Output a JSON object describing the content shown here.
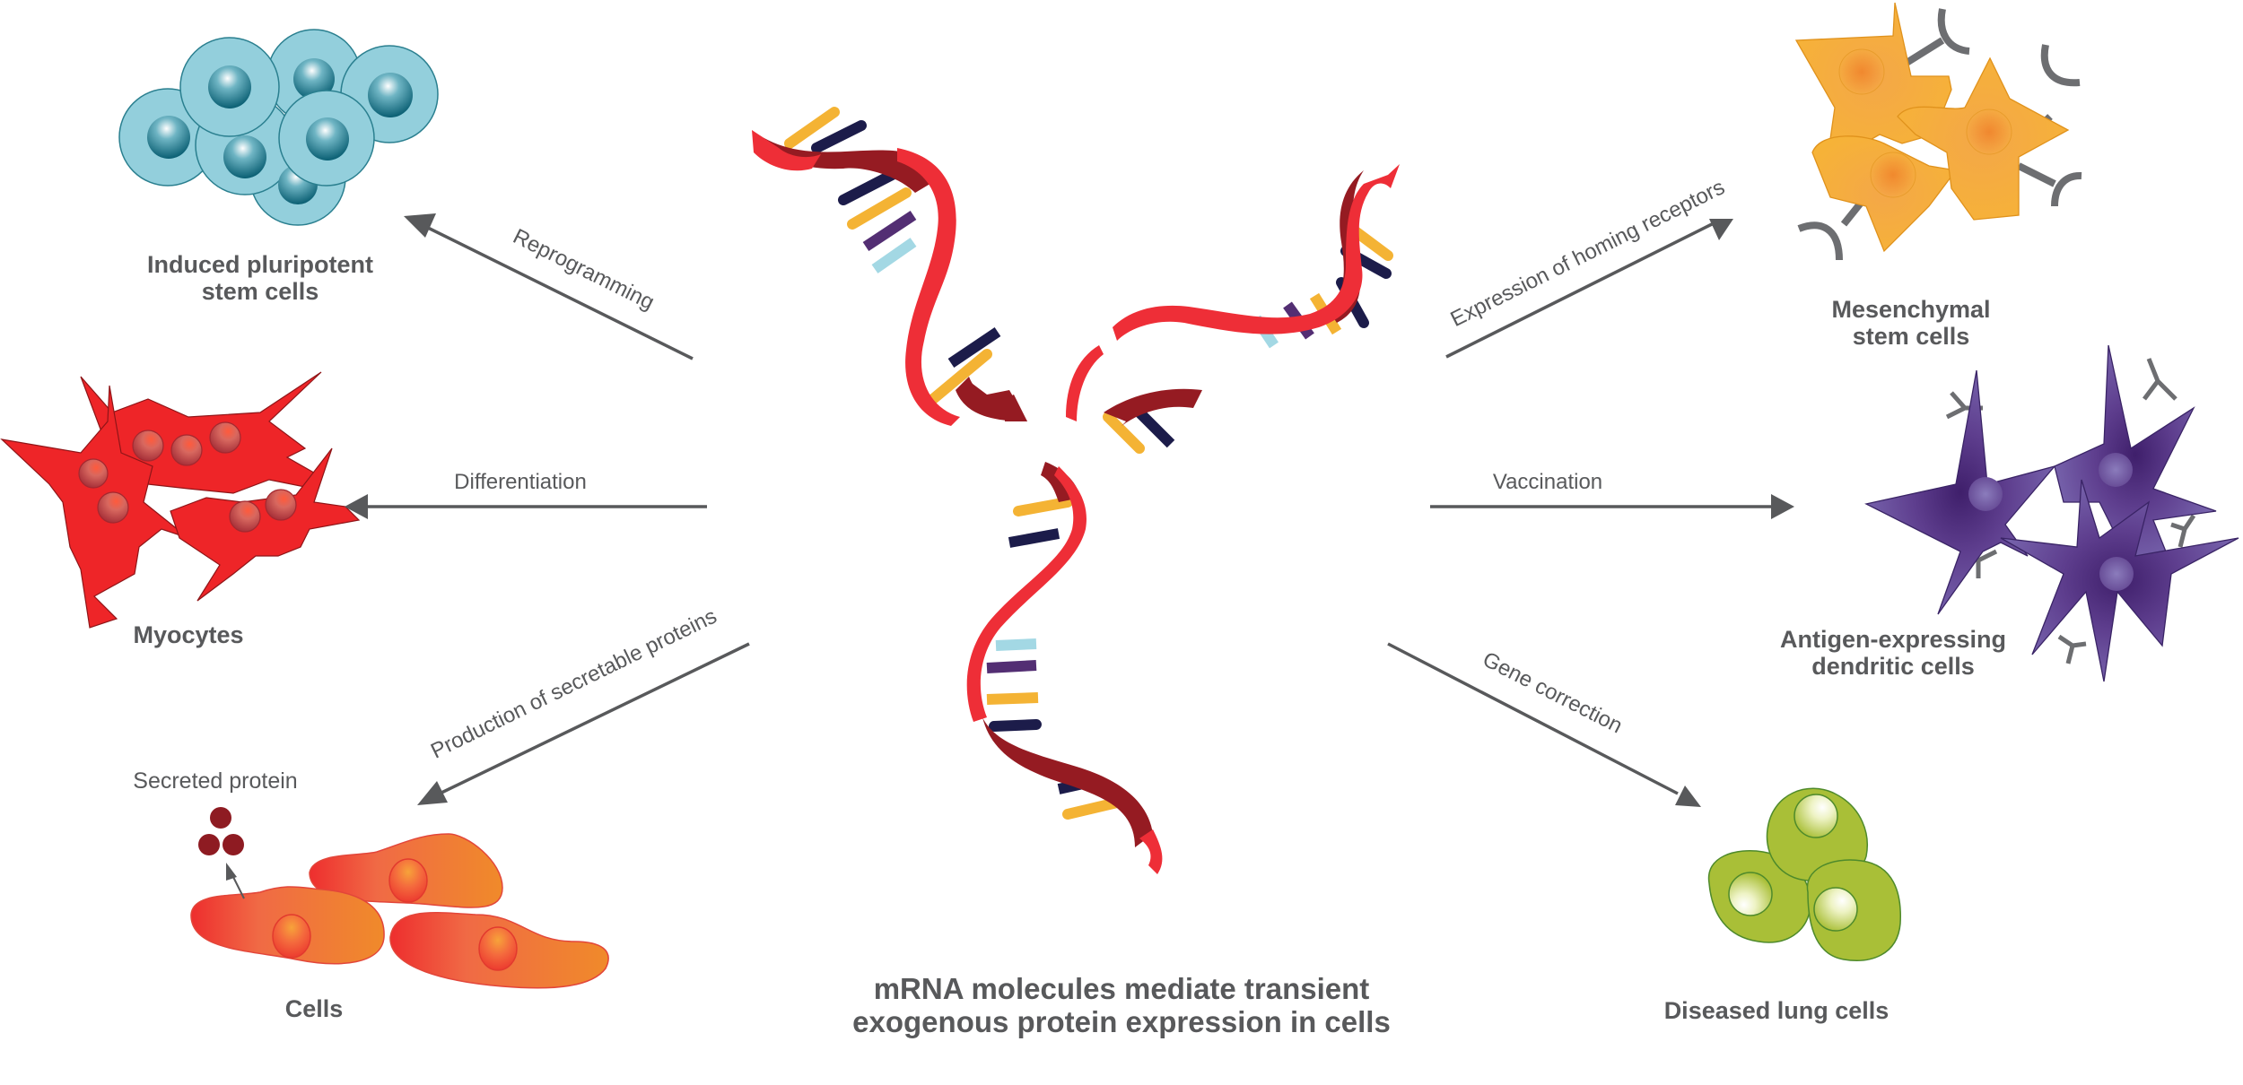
{
  "title": {
    "line1": "mRNA molecules mediate transient",
    "line2": "exogenous protein expression in cells"
  },
  "colors": {
    "text": "#58595b",
    "arrow": "#58595b",
    "ipsc_cytoplasm": "#93cfdc",
    "ipsc_nucleus": "#0e6a80",
    "myocyte": "#ee2528",
    "myocyte_nucleus": "#c8413f",
    "secretory_cell": "#f07a3a",
    "secreted_protein": "#8e1b22",
    "msc": "#f6b337",
    "msc_accent": "#ee7b23",
    "receptor": "#6d6e71",
    "dendritic": "#6a4c9c",
    "lung": "#a9bf37",
    "rna_strand_light": "#ee2e37",
    "rna_strand_dark": "#951b22",
    "base_yellow": "#f4b334",
    "base_navy": "#1c1c4a",
    "base_purple": "#532e73",
    "base_lightblue": "#a3d8e4"
  },
  "cell_types": [
    {
      "id": "ipsc",
      "label_line1": "Induced pluripotent",
      "label_line2": "stem cells"
    },
    {
      "id": "myocytes",
      "label_line1": "Myocytes",
      "label_line2": ""
    },
    {
      "id": "cells",
      "label_line1": "Cells",
      "label_line2": ""
    },
    {
      "id": "msc",
      "label_line1": "Mesenchymal",
      "label_line2": "stem cells"
    },
    {
      "id": "dendritic",
      "label_line1": "Antigen-expressing",
      "label_line2": "dendritic cells"
    },
    {
      "id": "lung",
      "label_line1": "Diseased lung cells",
      "label_line2": ""
    }
  ],
  "secreted_protein_label": "Secreted protein",
  "arrows": [
    {
      "id": "reprogramming",
      "label": "Reprogramming",
      "target": "ipsc"
    },
    {
      "id": "differentiation",
      "label": "Differentiation",
      "target": "myocytes"
    },
    {
      "id": "secretion",
      "label": "Production of secretable proteins",
      "target": "cells"
    },
    {
      "id": "homing",
      "label": "Expression of homing receptors",
      "target": "msc"
    },
    {
      "id": "vaccination",
      "label": "Vaccination",
      "target": "dendritic"
    },
    {
      "id": "gene_correction",
      "label": "Gene correction",
      "target": "lung"
    }
  ]
}
